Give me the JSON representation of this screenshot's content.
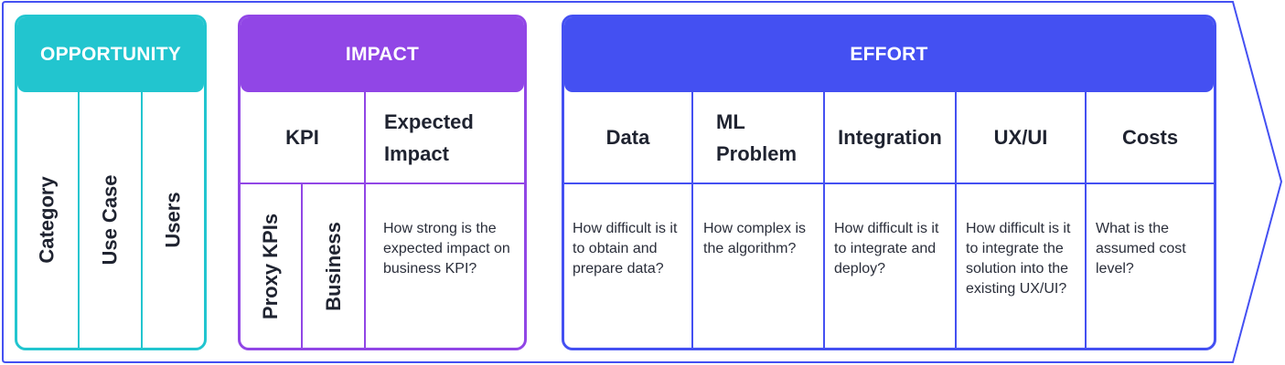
{
  "colors": {
    "opportunity": "#22c5cf",
    "impact": "#9146e6",
    "effort": "#4450f2",
    "arrow": "#4450f2"
  },
  "opportunity": {
    "title": "OPPORTUNITY",
    "columns": [
      "Category",
      "Use Case",
      "Users"
    ]
  },
  "impact": {
    "title": "IMPACT",
    "kpi": {
      "label": "KPI",
      "sub": [
        "Proxy KPIs",
        "Business"
      ]
    },
    "expected": {
      "label_line1": "Expected",
      "label_line2": "Impact",
      "desc": "How strong is the expected impact on business KPI?"
    }
  },
  "effort": {
    "title": "EFFORT",
    "columns": [
      {
        "label_line1": "Data",
        "label_line2": "",
        "desc": "How difficult is it to obtain and prepare data?"
      },
      {
        "label_line1": "ML",
        "label_line2": "Problem",
        "desc": "How complex is the algorithm?"
      },
      {
        "label_line1": "Integration",
        "label_line2": "",
        "desc": "How difficult is it to integrate and deploy?"
      },
      {
        "label_line1": "UX/UI",
        "label_line2": "",
        "desc": "How difficult is it to integrate the solution into the existing UX/UI?"
      },
      {
        "label_line1": "Costs",
        "label_line2": "",
        "desc": "What is the assumed cost level?"
      }
    ]
  }
}
